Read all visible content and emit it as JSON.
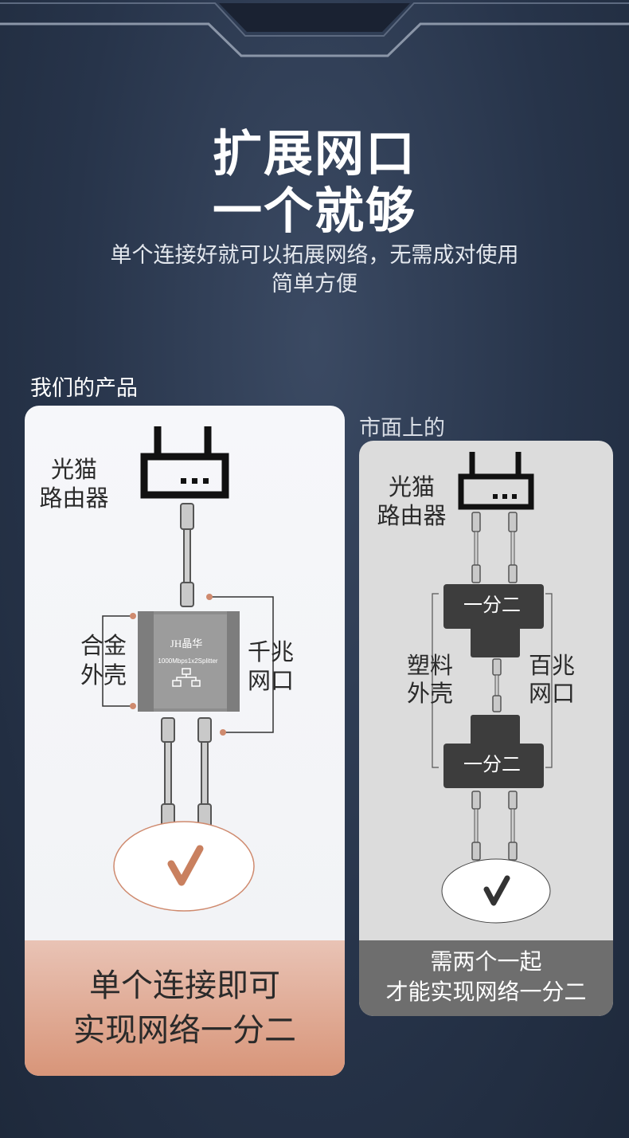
{
  "hero": {
    "title_line1": "扩展网口",
    "title_line2": "一个就够",
    "subtitle_line1": "单个连接好就可以拓展网络，无需成对使用",
    "subtitle_line2": "简单方便"
  },
  "ours": {
    "section_label": "我们的产品",
    "router_label_1": "光猫",
    "router_label_2": "路由器",
    "alloy_label_1": "合金",
    "alloy_label_2": "外壳",
    "gigabit_label_1": "千兆",
    "gigabit_label_2": "网口",
    "device_brand": "JH晶华",
    "device_model": "1000Mbps1x2Splitter",
    "footer_line1": "单个连接即可",
    "footer_line2": "实现网络一分二"
  },
  "market": {
    "section_label": "市面上的",
    "router_label_1": "光猫",
    "router_label_2": "路由器",
    "splitter_label": "一分二",
    "plastic_label_1": "塑料",
    "plastic_label_2": "外壳",
    "fast_label_1": "百兆",
    "fast_label_2": "网口",
    "footer_line1": "需两个一起",
    "footer_line2": "才能实现网络一分二"
  },
  "colors": {
    "accent_copper": "#cf8a6e",
    "check_copper": "#c9805f",
    "background_navy": "#27344a"
  }
}
